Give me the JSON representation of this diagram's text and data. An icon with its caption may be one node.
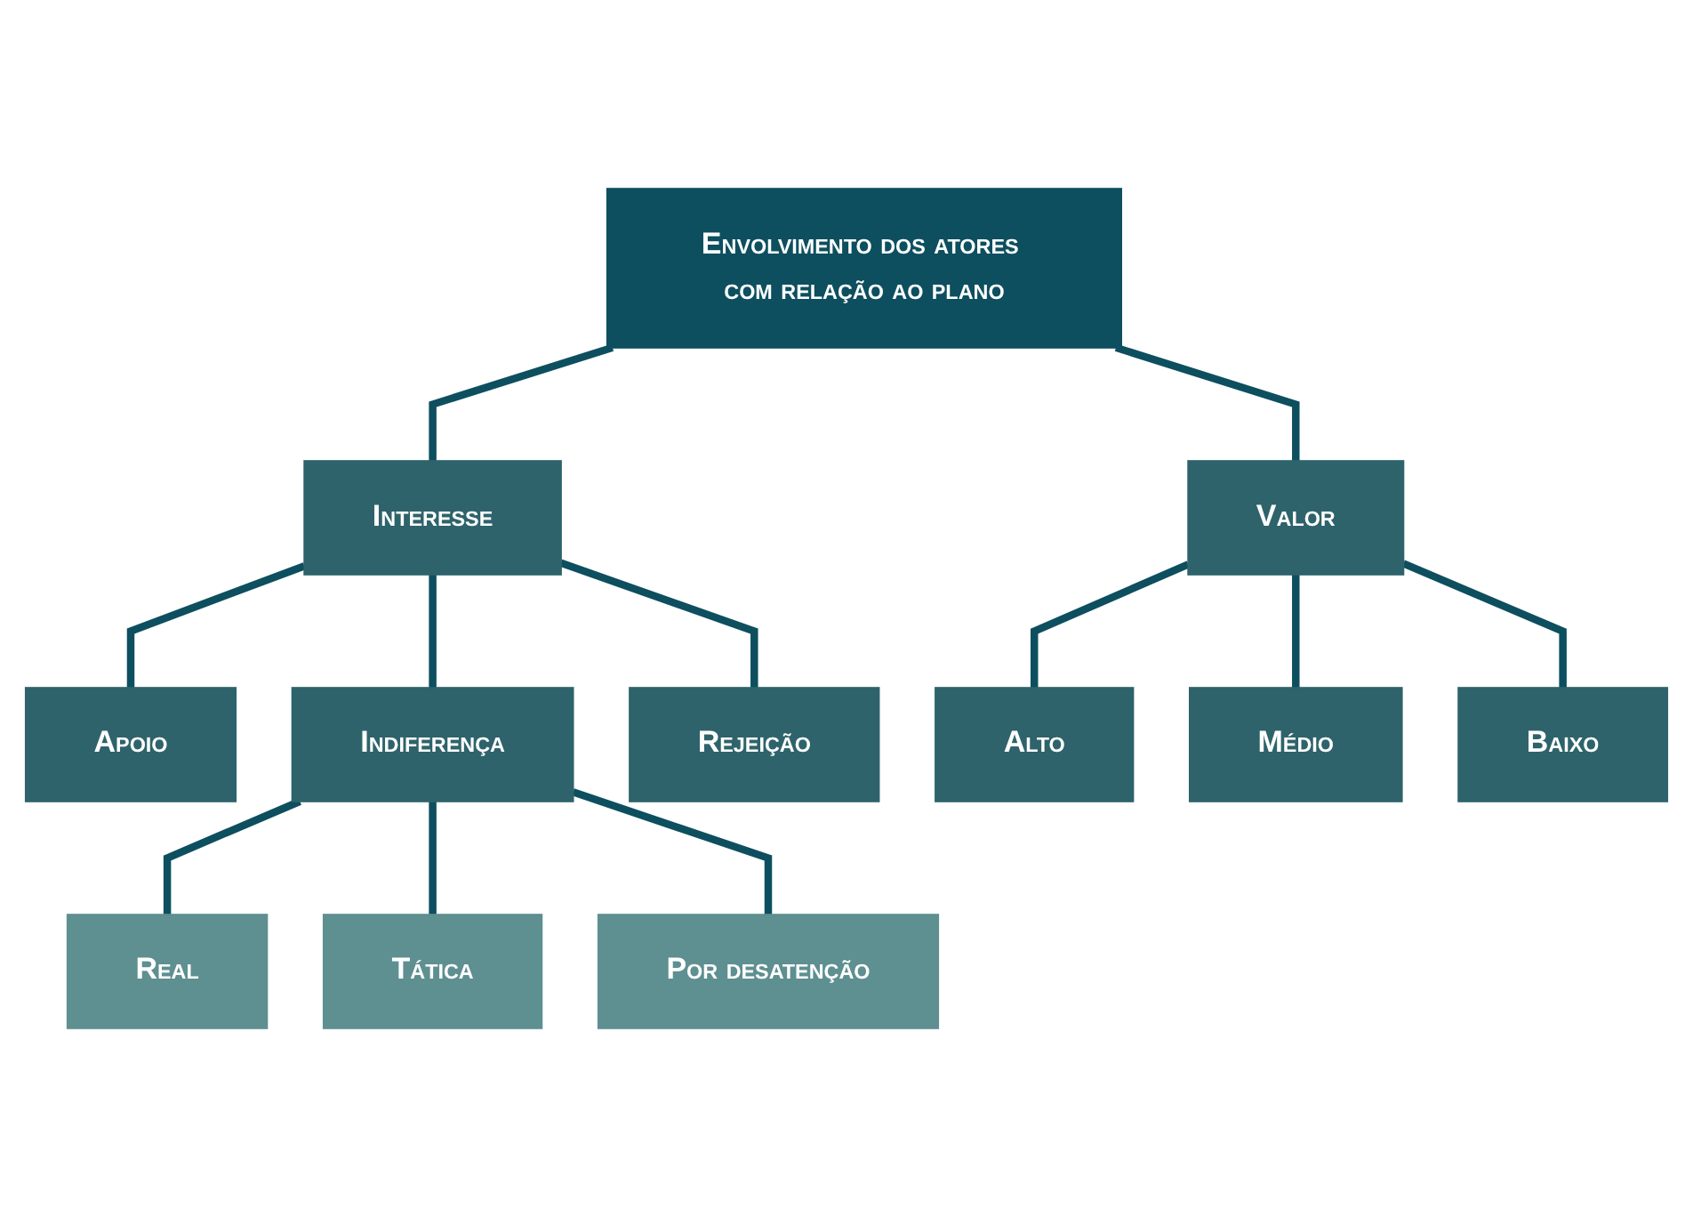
{
  "diagram": {
    "nodes": [
      {
        "text": [
          "Envolvimento dos atores com relação ao plano"
        ]
      },
      {
        "text": [
          "Interesse"
        ]
      },
      {
        "text": [
          "Valor"
        ]
      },
      {
        "text": [
          "Apoio"
        ]
      },
      {
        "text": [
          "Indiferença"
        ]
      },
      {
        "text": [
          "Rejeição"
        ]
      },
      {
        "text": [
          "Real"
        ]
      },
      {
        "text": [
          "Tática"
        ]
      },
      {
        "text": [
          "Por desatenção"
        ]
      },
      {
        "text": [
          "Alto"
        ]
      },
      {
        "text": [
          "Médio"
        ]
      },
      {
        "text": [
          "Baixo"
        ]
      }
    ],
    "edges": [
      {
        "from": 0,
        "to": 1,
        "arrow": "none"
      },
      {
        "from": 0,
        "to": 2,
        "arrow": "none"
      },
      {
        "from": 1,
        "to": 3,
        "arrow": "none"
      },
      {
        "from": 1,
        "to": 4,
        "arrow": "none"
      },
      {
        "from": 1,
        "to": 5,
        "arrow": "none"
      },
      {
        "from": 4,
        "to": 6,
        "arrow": "none"
      },
      {
        "from": 4,
        "to": 7,
        "arrow": "none"
      },
      {
        "from": 4,
        "to": 8,
        "arrow": "none"
      },
      {
        "from": 2,
        "to": 9,
        "arrow": "none"
      },
      {
        "from": 2,
        "to": 10,
        "arrow": "none"
      },
      {
        "from": 2,
        "to": 11,
        "arrow": "none"
      }
    ]
  }
}
